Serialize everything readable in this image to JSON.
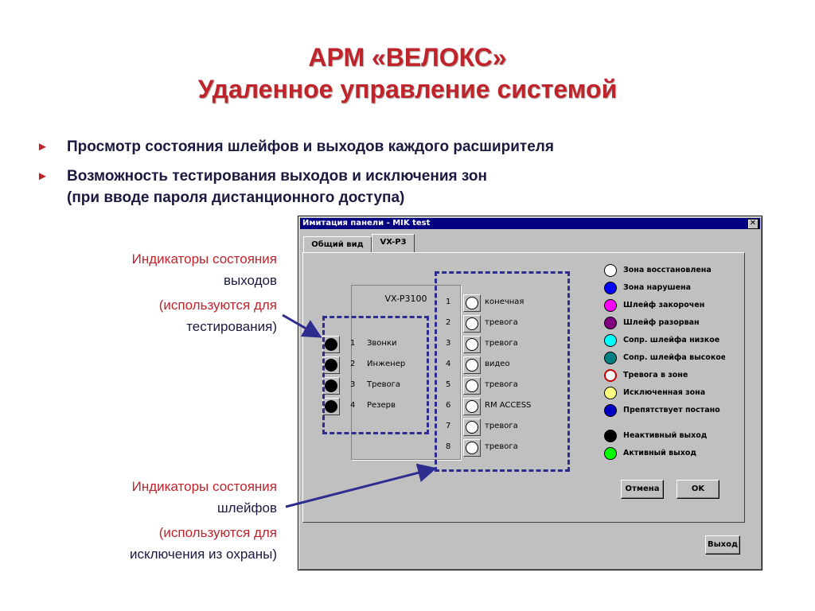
{
  "slide": {
    "title_line1": "АРМ «ВЕЛОКС»",
    "title_line2": "Удаленное управление системой",
    "bullets": [
      {
        "text": "Просмотр состояния шлейфов и выходов каждого расширителя"
      },
      {
        "text": "Возможность тестирования выходов и исключения зон"
      },
      {
        "text": "(при вводе пароля дистанционного доступа)"
      }
    ],
    "bullet_marker": "►",
    "note_outputs": {
      "line1": "Индикаторы состояния",
      "line2": "выходов",
      "line3": "(используются для",
      "line4": "тестирования)"
    },
    "note_loops": {
      "line1": "Индикаторы состояния",
      "line2": "шлейфов",
      "line3": "(используются для",
      "line4": "исключения из охраны)"
    }
  },
  "dialog": {
    "title": "Имитация панели - MIK test",
    "close_label": "✕",
    "tabs": [
      {
        "label": "Общий вид"
      },
      {
        "label": "VX-P3"
      }
    ],
    "extender_name": "VX-P3100",
    "outputs": [
      {
        "num": "1",
        "label": "Звонки"
      },
      {
        "num": "2",
        "label": "Инженер"
      },
      {
        "num": "3",
        "label": "Тревога"
      },
      {
        "num": "4",
        "label": "Резерв"
      }
    ],
    "zones": [
      {
        "num": "1",
        "label": "конечная"
      },
      {
        "num": "2",
        "label": "тревога"
      },
      {
        "num": "3",
        "label": "тревога"
      },
      {
        "num": "4",
        "label": "видео"
      },
      {
        "num": "5",
        "label": "тревога"
      },
      {
        "num": "6",
        "label": "RM ACCESS"
      },
      {
        "num": "7",
        "label": "тревога"
      },
      {
        "num": "8",
        "label": "тревога"
      }
    ],
    "legend": [
      {
        "label": "Зона восстановлена",
        "color": "#ffffff"
      },
      {
        "label": "Зона нарушена",
        "color": "#0000ff"
      },
      {
        "label": "Шлейф закорочен",
        "color": "#ff00ff"
      },
      {
        "label": "Шлейф разорван",
        "color": "#800080"
      },
      {
        "label": "Сопр. шлейфа низкое",
        "color": "#00ffff"
      },
      {
        "label": "Сопр. шлейфа высокое",
        "color": "#008080"
      },
      {
        "label": "Тревога в зоне",
        "color": "#ffffff",
        "ring": "#c00000"
      },
      {
        "label": "Исключенная зона",
        "color": "#ffff80"
      },
      {
        "label": "Препятствует постано",
        "color": "#0000c0"
      },
      {
        "label": "Неактивный выход",
        "color": "#000000"
      },
      {
        "label": "Активный выход",
        "color": "#00ff00"
      }
    ],
    "cancel_label": "Отмена",
    "ok_label": "OK",
    "exit_label": "Выход"
  }
}
